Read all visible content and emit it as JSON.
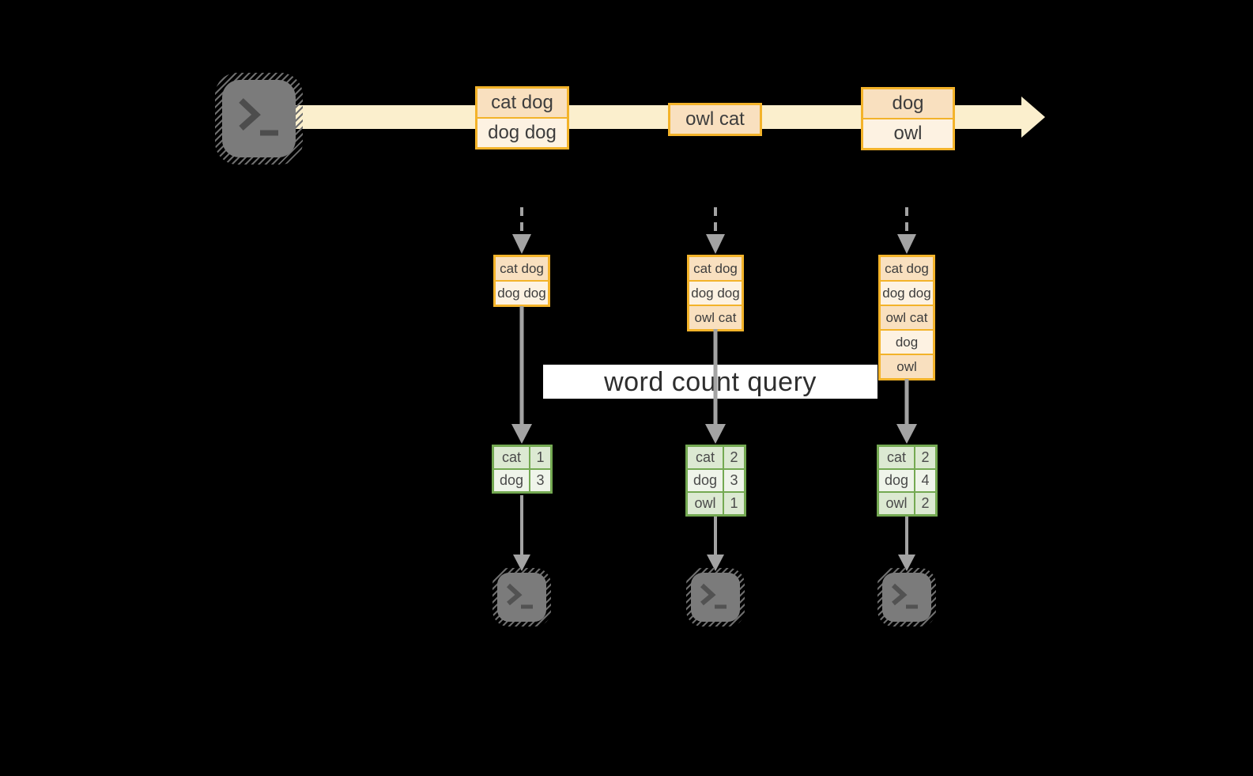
{
  "labels": {
    "query": "word count query"
  },
  "stream": {
    "source_icon": "terminal-icon",
    "batches": [
      {
        "cells": [
          "cat dog",
          "dog dog"
        ]
      },
      {
        "cells": [
          "owl cat"
        ]
      },
      {
        "cells": [
          "dog",
          "owl"
        ]
      }
    ]
  },
  "columns": [
    {
      "buffer": [
        "cat dog",
        "dog dog"
      ],
      "counts": [
        {
          "word": "cat",
          "count": "1"
        },
        {
          "word": "dog",
          "count": "3"
        }
      ]
    },
    {
      "buffer": [
        "cat dog",
        "dog dog",
        "owl cat"
      ],
      "counts": [
        {
          "word": "cat",
          "count": "2"
        },
        {
          "word": "dog",
          "count": "3"
        },
        {
          "word": "owl",
          "count": "1"
        }
      ]
    },
    {
      "buffer": [
        "cat dog",
        "dog dog",
        "owl cat",
        "dog",
        "owl"
      ],
      "counts": [
        {
          "word": "cat",
          "count": "2"
        },
        {
          "word": "dog",
          "count": "4"
        },
        {
          "word": "owl",
          "count": "2"
        }
      ]
    }
  ],
  "colors": {
    "background": "#000000",
    "stream_band": "#FBEFCD",
    "orange_border": "#F3B32A",
    "peach_dark": "#F9E0BF",
    "peach_light": "#FDF2E2",
    "green_border": "#74A952",
    "green_dark": "#DCE9D2",
    "green_light": "#EFF4EA",
    "arrow_gray": "#A3A3A3",
    "terminal_gray": "#7B7B7B",
    "label_bg": "#FFFFFF",
    "text_dark": "#3D3D3D"
  }
}
